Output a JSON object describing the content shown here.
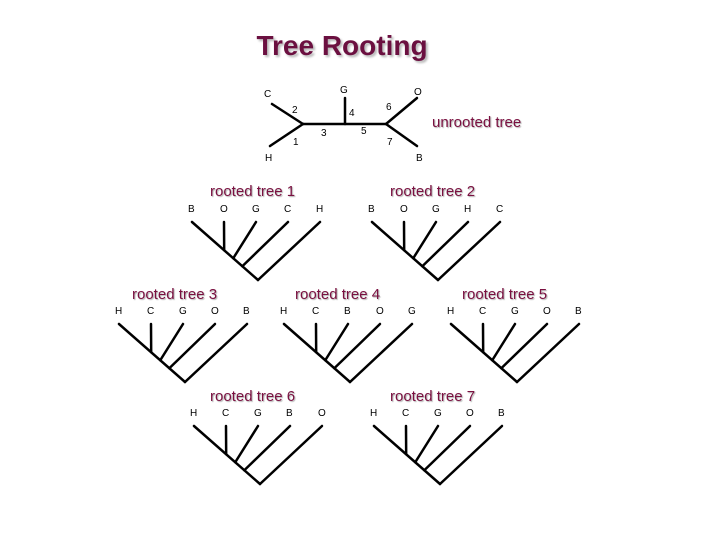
{
  "title": "Tree Rooting",
  "unrooted": {
    "label": "unrooted tree",
    "nodes": [
      "C",
      "G",
      "O",
      "H",
      "B"
    ],
    "branch_numbers": [
      "2",
      "4",
      "6",
      "1",
      "3",
      "5",
      "7"
    ]
  },
  "rooted": [
    {
      "label": "rooted tree 1",
      "leaves": [
        "B",
        "O",
        "G",
        "C",
        "H"
      ]
    },
    {
      "label": "rooted tree 2",
      "leaves": [
        "B",
        "O",
        "G",
        "H",
        "C"
      ]
    },
    {
      "label": "rooted tree 3",
      "leaves": [
        "H",
        "C",
        "G",
        "O",
        "B"
      ]
    },
    {
      "label": "rooted tree 4",
      "leaves": [
        "H",
        "C",
        "B",
        "O",
        "G"
      ]
    },
    {
      "label": "rooted tree 5",
      "leaves": [
        "H",
        "C",
        "G",
        "O",
        "B"
      ]
    },
    {
      "label": "rooted tree 6",
      "leaves": [
        "H",
        "C",
        "G",
        "B",
        "O"
      ]
    },
    {
      "label": "rooted tree 7",
      "leaves": [
        "H",
        "C",
        "G",
        "O",
        "B"
      ]
    }
  ]
}
